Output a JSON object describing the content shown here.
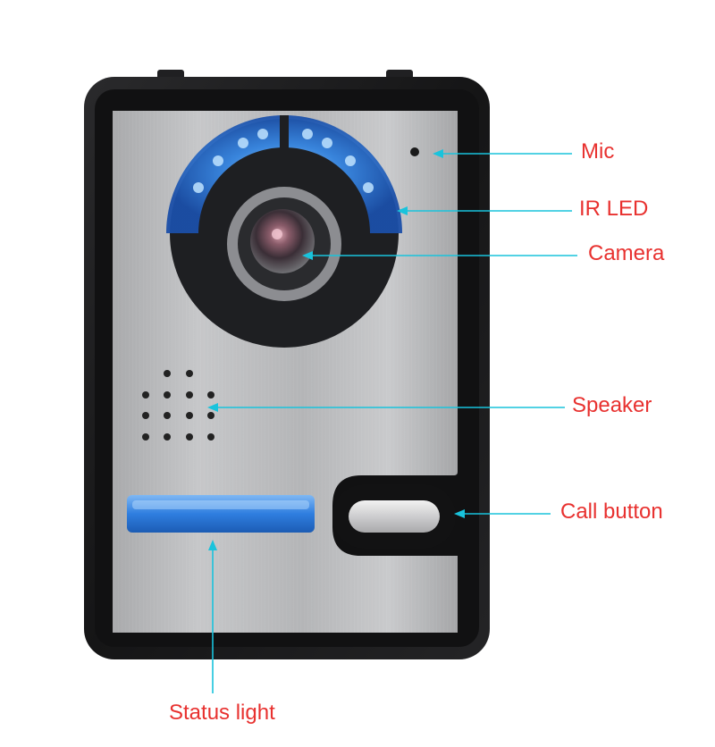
{
  "colors": {
    "label_text": "#e8312f",
    "leader_line": "#19c3dc",
    "housing": "#1b1b1d",
    "faceplate": "#b9babc",
    "ir_led_ring": "#2f7fe0",
    "status_light": "#2a78d8"
  },
  "labels": {
    "mic": "Mic",
    "ir_led": "IR LED",
    "camera": "Camera",
    "speaker": "Speaker",
    "call_button": "Call button",
    "status_light": "Status light"
  }
}
